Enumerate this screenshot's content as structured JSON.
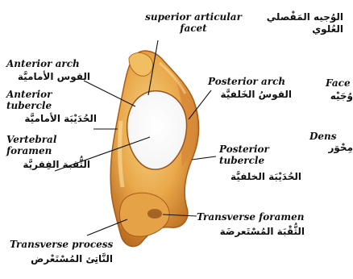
{
  "labels": {
    "superior_articular_facet": {
      "en": "superior articular\nfacet"
    },
    "superior_articular_facet_ar": {
      "ar": "الوُجيه المَفْصلي\nالعُلوي"
    },
    "anterior_arch": {
      "en": "Anterior arch",
      "ar": "القوس الأماميَّة"
    },
    "anterior_tubercle": {
      "en": "Anterior\ntubercle",
      "ar": "الحُدَيْبَة الأماميَّة"
    },
    "vertebral_foramen": {
      "en": "Vertebral\nforamen",
      "ar": "الثُّقبة الفِقريَّة"
    },
    "posterior_arch": {
      "en": "Posterior arch",
      "ar": "القوسُ الخَلفيَّة"
    },
    "posterior_tubercle": {
      "en": "Posterior\ntubercle",
      "ar": "الحُدَيْبَة الخلفيَّة"
    },
    "transverse_foramen": {
      "en": "Transverse foramen",
      "ar": "الثُّقْبَة المُسْتَعرضَة"
    },
    "transverse_process": {
      "en": "Transverse process",
      "ar": "النَّاتِئ المُسْتَعْرض"
    },
    "facet_cut": {
      "en": "Face",
      "ar": "وُجَيْه"
    },
    "dens_cut": {
      "en": "Dens",
      "ar": "مِحْوَر"
    }
  },
  "colors": {
    "bone_light": "#f3c46a",
    "bone_mid": "#e39a3c",
    "bone_dark": "#b86a1f",
    "background": "#ffffff",
    "line": "#111111"
  }
}
